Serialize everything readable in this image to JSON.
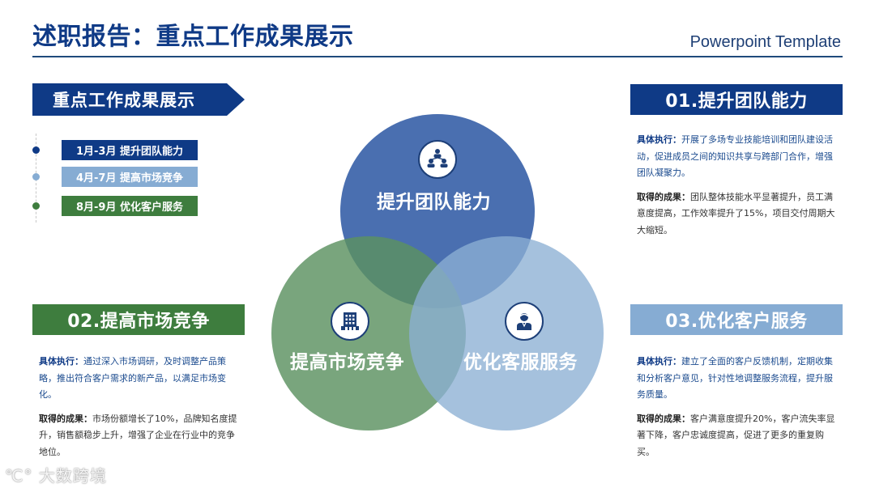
{
  "header": {
    "title": "述职报告：重点工作成果展示",
    "subtitle": "Powerpoint Template"
  },
  "banner": {
    "label": "重点工作成果展示"
  },
  "timeline": {
    "items": [
      {
        "label": "1月-3月 提升团队能力",
        "color": "#0f3a86",
        "dot_color": "#0f3a86"
      },
      {
        "label": "4月-7月 提高市场竞争",
        "color": "#86acd3",
        "dot_color": "#86acd3"
      },
      {
        "label": "8月-9月 优化客户服务",
        "color": "#3e7d3e",
        "dot_color": "#3e7d3e"
      }
    ]
  },
  "venn": {
    "circles": [
      {
        "label": "提升团队能力",
        "icon": "team-network-icon",
        "color": "#4a6fb0"
      },
      {
        "label": "提高市场竞争",
        "icon": "building-icon",
        "color": "#6e9e74"
      },
      {
        "label": "优化客服服务",
        "icon": "customer-service-icon",
        "color": "#9fbddb"
      }
    ]
  },
  "sections": [
    {
      "heading": "01.提升团队能力",
      "color": "#0f3a86",
      "exec_label": "具体执行：",
      "exec_text": "开展了多场专业技能培训和团队建设活动，促进成员之间的知识共享与跨部门合作，增强团队凝聚力。",
      "result_label": "取得的成果：",
      "result_text": "团队整体技能水平显著提升，员工满意度提高，工作效率提升了15%，项目交付周期大大缩短。"
    },
    {
      "heading": "02.提高市场竞争",
      "color": "#3e7d3e",
      "exec_label": "具体执行：",
      "exec_text": "通过深入市场调研，及时调整产品策略，推出符合客户需求的新产品，以满足市场变化。",
      "result_label": "取得的成果：",
      "result_text": "市场份额增长了10%，品牌知名度提升，销售额稳步上升，增强了企业在行业中的竞争地位。"
    },
    {
      "heading": "03.优化客户服务",
      "color": "#86acd3",
      "exec_label": "具体执行：",
      "exec_text": "建立了全面的客户反馈机制，定期收集和分析客户意见，针对性地调整服务流程，提升服务质量。",
      "result_label": "取得的成果：",
      "result_text": "客户满意度提升20%，客户流失率显著下降，客户忠诚度提高，促进了更多的重复购买。"
    }
  ],
  "watermark": {
    "text": "大数跨境"
  }
}
